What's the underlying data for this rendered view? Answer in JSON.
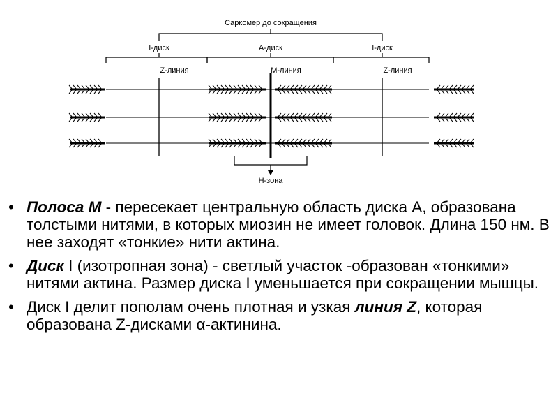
{
  "diagram": {
    "label_sarcomere": "Саркомер до сокращения",
    "label_i_disc_left": "I-диск",
    "label_a_disc": "А-диск",
    "label_i_disc_right": "I-диск",
    "label_z_line_left": "Z-линия",
    "label_m_line": "М-линия",
    "label_z_line_right": "Z-линия",
    "label_h_zone": "Н-зона"
  },
  "bullets": [
    {
      "marker": "•",
      "term": "Полоса М",
      "text": " - пересекает центральную область диска А, образована толстыми нитями, в которых миозин не имеет головок. Длина 150 нм. В нее заходят «тонкие» нити актина."
    },
    {
      "marker": "•",
      "term": "Диск",
      "text": " I (изотропная зона) - светлый участок -образован «тонкими» нитями актина. Размер диска I уменьшается при сокращении мышцы."
    },
    {
      "marker": "•",
      "text_before": "Диск I делит пополам очень плотная и узкая ",
      "term": "линия Z",
      "text_after": ", которая образована Z-дисками α-актинина."
    }
  ]
}
